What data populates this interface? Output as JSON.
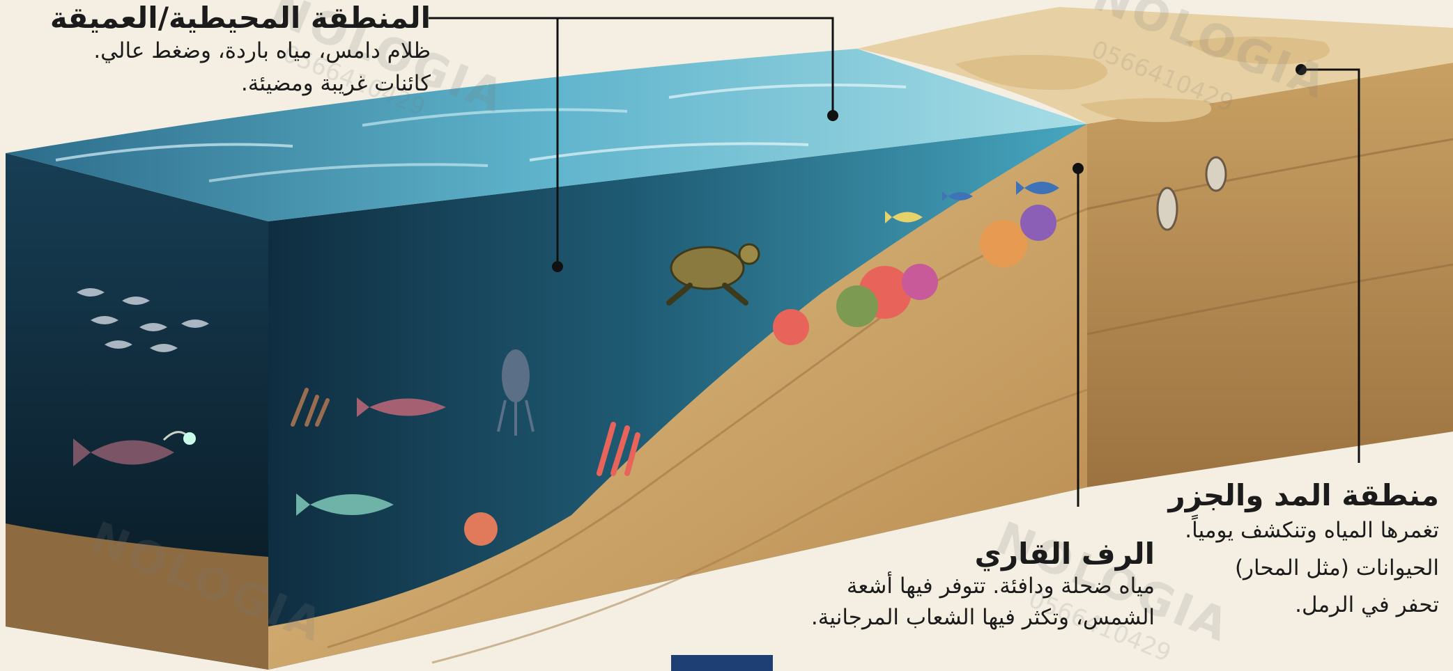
{
  "zones": {
    "deep": {
      "title": "المنطقة المحيطية/العميقة",
      "description": "ظلام دامس، مياه باردة، وضغط عالي. كائنات غريبة ومضيئة."
    },
    "shelf": {
      "title": "الرف القاري",
      "description": "مياه ضحلة ودافئة. تتوفر فيها أشعة الشمس، وتكثر فيها الشعاب المرجانية."
    },
    "tidal": {
      "title": "منطقة المد والجزر",
      "line1": "تغمرها المياه وتنكشف يومياً.",
      "line2": "الحيوانات (مثل المحار)",
      "line3": "تحفر في الرمل."
    }
  },
  "watermark": {
    "text": "NOLOGIA",
    "number": "0566410429"
  },
  "colors": {
    "background": "#f4efe2",
    "deep_water": "#0f2a3a",
    "shallow_water": "#3fa6bd",
    "surface": "#7fc6d8",
    "sand": "#d8b47a",
    "sand_dark": "#a97e45",
    "coral": "#e8645a",
    "footer_tab": "#1d3f73"
  },
  "icons": [
    "fish-icon",
    "anglerfish-icon",
    "sea-turtle-icon",
    "squid-icon",
    "coral-icon",
    "clam-icon"
  ]
}
